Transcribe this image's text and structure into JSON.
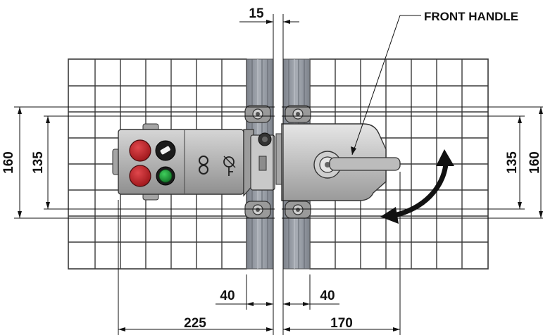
{
  "callout": {
    "label": "FRONT HANDLE"
  },
  "dimensions": {
    "gap_top": "15",
    "left_height_outer": "160",
    "left_height_inner": "135",
    "right_height_inner": "135",
    "right_height_outer": "160",
    "left_profile": "40",
    "right_profile": "40",
    "left_width": "225",
    "right_width": "170"
  },
  "colors": {
    "grid_line": "#3a3a3a",
    "profile": "#8e939c",
    "housing": "#b7b7b7",
    "button_red": "#c8232a",
    "button_green": "#1f9e3a",
    "selector_black": "#1b1b1b",
    "arrow": "#111111"
  }
}
